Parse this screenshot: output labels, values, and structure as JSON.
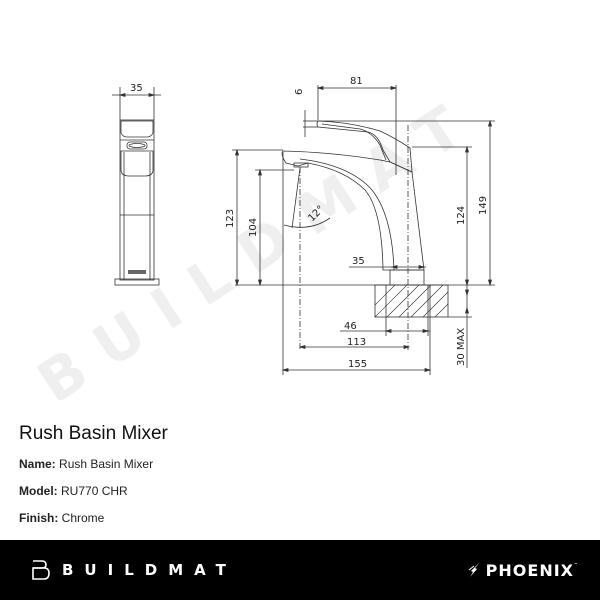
{
  "drawing": {
    "watermark": "BUILDMAT",
    "side_view": {
      "width_label": "35"
    },
    "front_view": {
      "spout_reach_label": "81",
      "handle_offset_label": "6",
      "total_height_label": "149",
      "body_height_label": "124",
      "spout_height_label": "123",
      "outlet_height_label": "104",
      "angle_label": "12°",
      "base_width_label": "35",
      "hole_label": "46",
      "outlet_reach_label": "113",
      "overall_length_label": "155",
      "bench_thickness_label": "30 MAX"
    }
  },
  "product": {
    "title": "Rush Basin Mixer",
    "fields": [
      {
        "label": "Name:",
        "value": "Rush Basin Mixer"
      },
      {
        "label": "Model:",
        "value": "RU770 CHR"
      },
      {
        "label": "Finish:",
        "value": "Chrome"
      }
    ]
  },
  "footer": {
    "left_brand": "BUILDMAT",
    "right_brand": "PHOENIX",
    "right_brand_mark": "™",
    "background": "#000000",
    "text_color": "#ffffff"
  }
}
